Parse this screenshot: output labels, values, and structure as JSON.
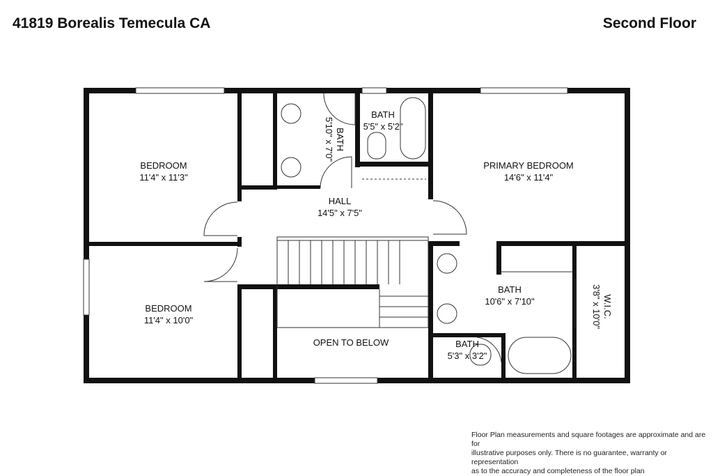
{
  "header": {
    "address": "41819 Borealis Temecula CA",
    "floor": "Second Floor"
  },
  "rooms": [
    {
      "name": "BEDROOM",
      "size": "11'4\" x 11'3\""
    },
    {
      "name": "BEDROOM",
      "size": "11'4\" x 10'0\""
    },
    {
      "name": "BATH",
      "size": "5'10\" x 7'0\""
    },
    {
      "name": "BATH",
      "size": "5'5\" x 5'2\""
    },
    {
      "name": "HALL",
      "size": "14'5\" x 7'5\""
    },
    {
      "name": "PRIMARY BEDROOM",
      "size": "14'6\" x 11'4\""
    },
    {
      "name": "BATH",
      "size": "10'6\" x 7'10\""
    },
    {
      "name": "W.I.C.",
      "size": "3'8\" x 10'0\""
    },
    {
      "name": "BATH",
      "size": "5'3\" x 3'2\""
    },
    {
      "name": "OPEN TO BELOW",
      "size": ""
    }
  ],
  "disclaimer": [
    "Floor Plan measurements and square footages are approximate and are for",
    "illustrative purposes only. There is no guarantee, warranty or representation",
    "as to the accuracy and completeness of the floor plan"
  ]
}
